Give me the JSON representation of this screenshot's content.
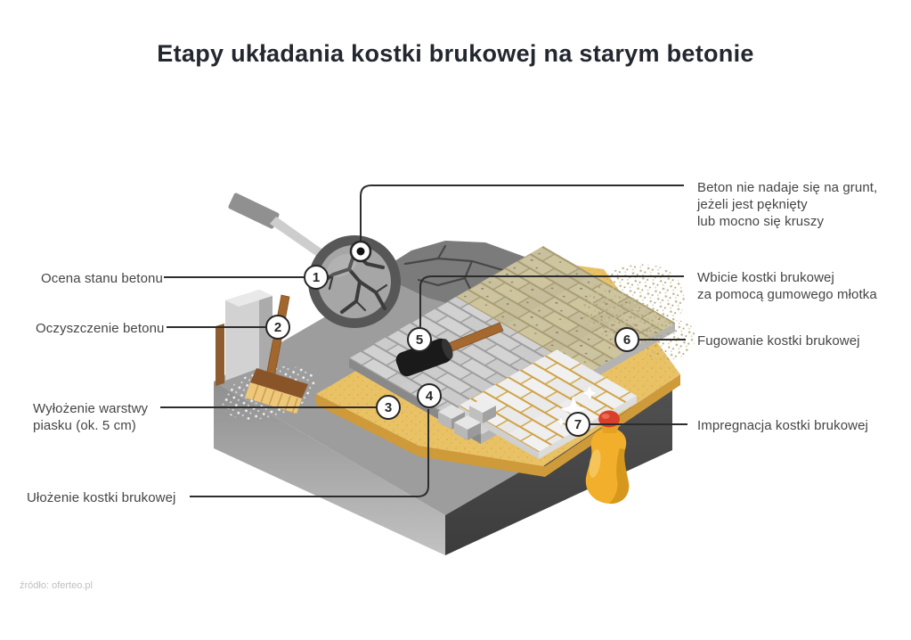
{
  "title": "Etapy układania kostki brukowej na starym betonie",
  "source": "źródło: oferteo.pl",
  "note": {
    "lines": [
      "Beton nie nadaje się na grunt,",
      "jeżeli jest pęknięty",
      "lub mocno się kruszy"
    ]
  },
  "steps": [
    {
      "number": "1",
      "label_lines": [
        "Ocena stanu betonu"
      ],
      "side": "left"
    },
    {
      "number": "2",
      "label_lines": [
        "Oczyszczenie betonu"
      ],
      "side": "left"
    },
    {
      "number": "3",
      "label_lines": [
        "Wyłożenie warstwy",
        "piasku (ok. 5 cm)"
      ],
      "side": "left"
    },
    {
      "number": "4",
      "label_lines": [
        "Ułożenie kostki brukowej"
      ],
      "side": "left"
    },
    {
      "number": "5",
      "label_lines": [
        "Wbicie kostki brukowej",
        "za pomocą gumowego młotka"
      ],
      "side": "right"
    },
    {
      "number": "6",
      "label_lines": [
        "Fugowanie kostki brukowej"
      ],
      "side": "right"
    },
    {
      "number": "7",
      "label_lines": [
        "Impregnacja kostki brukowej"
      ],
      "side": "right"
    }
  ],
  "colors": {
    "title_text": "#23272f",
    "label_text": "#454545",
    "connector_line": "#2d2d2d",
    "concrete_top": "#9d9d9d",
    "concrete_dark_side": "#454545",
    "sand": "#eac266",
    "paver_gray": "#d1d1d1",
    "paver_white": "#efefef",
    "bottle_yellow": "#f1af2b",
    "nozzle_red": "#d9402c"
  }
}
